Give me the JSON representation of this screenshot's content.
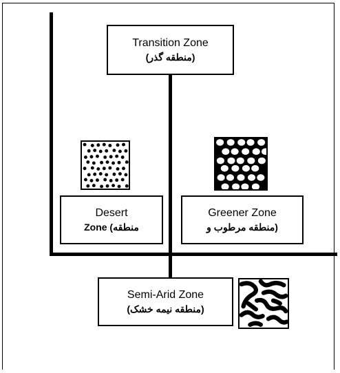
{
  "diagram": {
    "zones": {
      "transition": {
        "en": "Transition Zone",
        "fa": "(منطقه گذر)"
      },
      "desert": {
        "en": "Desert",
        "fa": "Zone (منطقه"
      },
      "greener": {
        "en": "Greener Zone",
        "fa": "(منطقه مرطوب و"
      },
      "semi_arid": {
        "en": "Semi-Arid Zone",
        "fa": "(منطقه نیمه خشک)"
      }
    },
    "patterns": {
      "desert": "spots-pattern",
      "greener": "gaps-pattern",
      "semi_arid": "labyrinth-pattern"
    }
  }
}
